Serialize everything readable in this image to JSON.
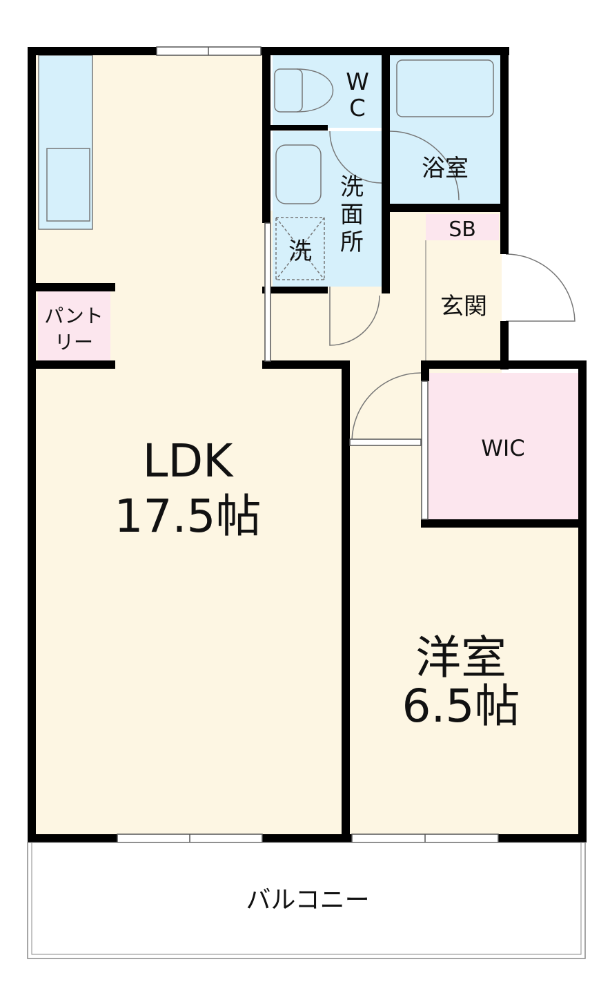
{
  "colors": {
    "floor": "#fdf6e3",
    "wet": "#d6f0fb",
    "storage": "#fce6ee",
    "wall": "#000000",
    "fixture_line": "#777777",
    "window": "#ffffff"
  },
  "rooms": {
    "ldk": {
      "name": "LDK",
      "size": "17.5帖"
    },
    "western": {
      "name": "洋室",
      "size": "6.5帖"
    },
    "wc": {
      "line1": "W",
      "line2": "C"
    },
    "bath": {
      "name": "浴室"
    },
    "washroom": {
      "c1": "洗",
      "c2": "面",
      "c3": "所"
    },
    "washer": {
      "name": "洗"
    },
    "sb": {
      "name": "SB"
    },
    "entrance": {
      "name": "玄関"
    },
    "wic": {
      "name": "WIC"
    },
    "pantry": {
      "line1": "パント",
      "line2": "リー"
    },
    "balcony": {
      "name": "バルコニー"
    }
  }
}
